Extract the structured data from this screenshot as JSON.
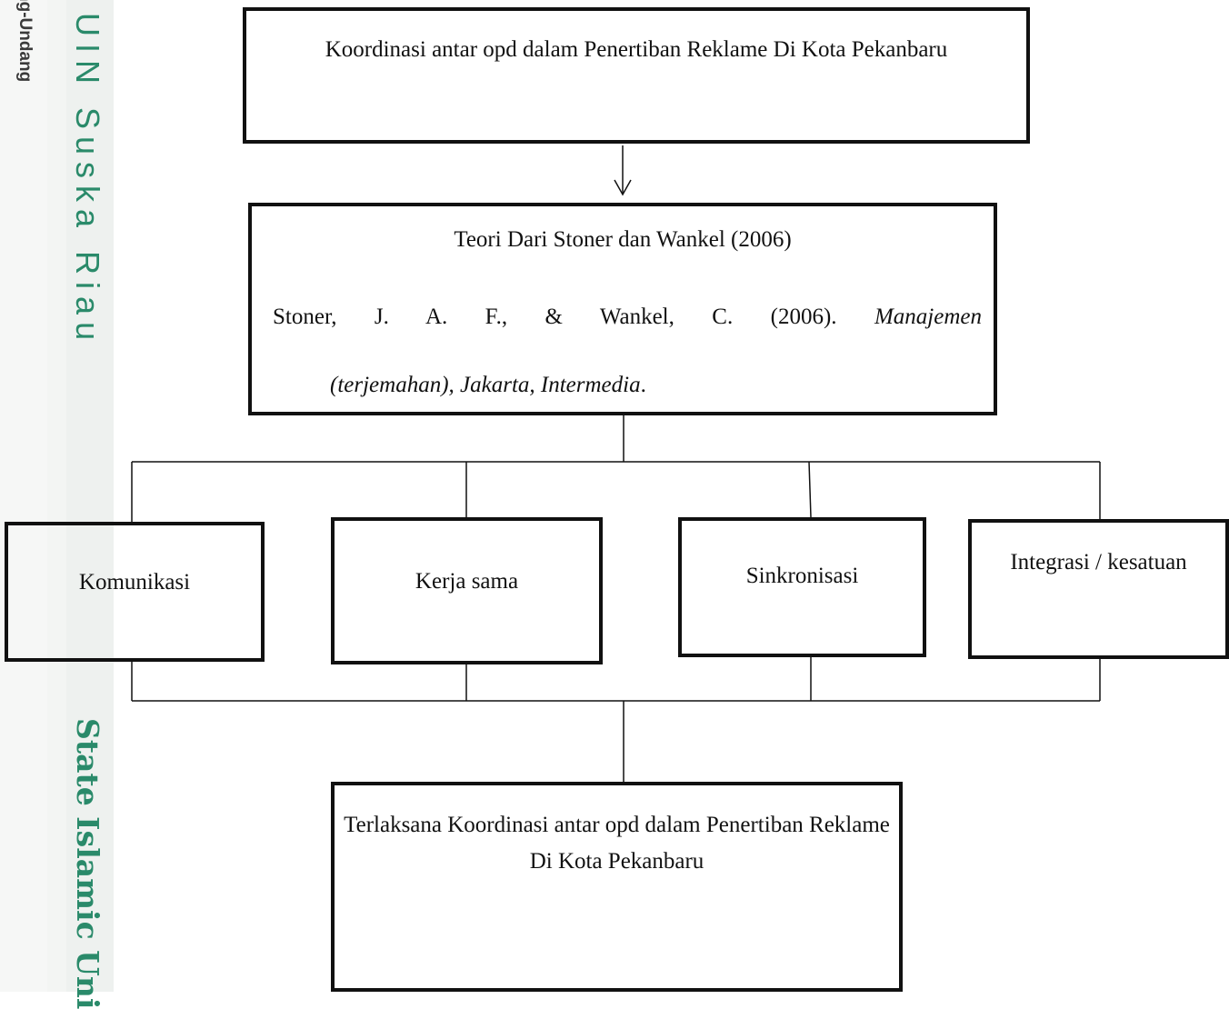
{
  "sidebar": {
    "text_undang": "ng-Undang",
    "text_uin": "k UIN Suska Riau",
    "text_state": "State Islamic Uni",
    "accent_color": "#2a8a6a"
  },
  "diagram": {
    "top_box": "Koordinasi antar opd dalam Penertiban Reklame Di Kota Pekanbaru",
    "theory_title": "Teori Dari Stoner dan Wankel (2006)",
    "theory_citation": {
      "authors": "Stoner,   J. A. F.,   & Wankel,   C. (2006). ",
      "book_title": "Manajemen",
      "line2": "(terjemahan),  Jakarta,  Intermedia",
      "end": "."
    },
    "indicators": [
      "Komunikasi",
      "Kerja sama",
      "Sinkronisasi",
      "Integrasi / kesatuan"
    ],
    "bottom_box": "Terlaksana Koordinasi antar opd dalam Penertiban Reklame Di Kota Pekanbaru",
    "colors": {
      "box_border": "#111111",
      "line": "#111111",
      "background": "#ffffff"
    }
  }
}
